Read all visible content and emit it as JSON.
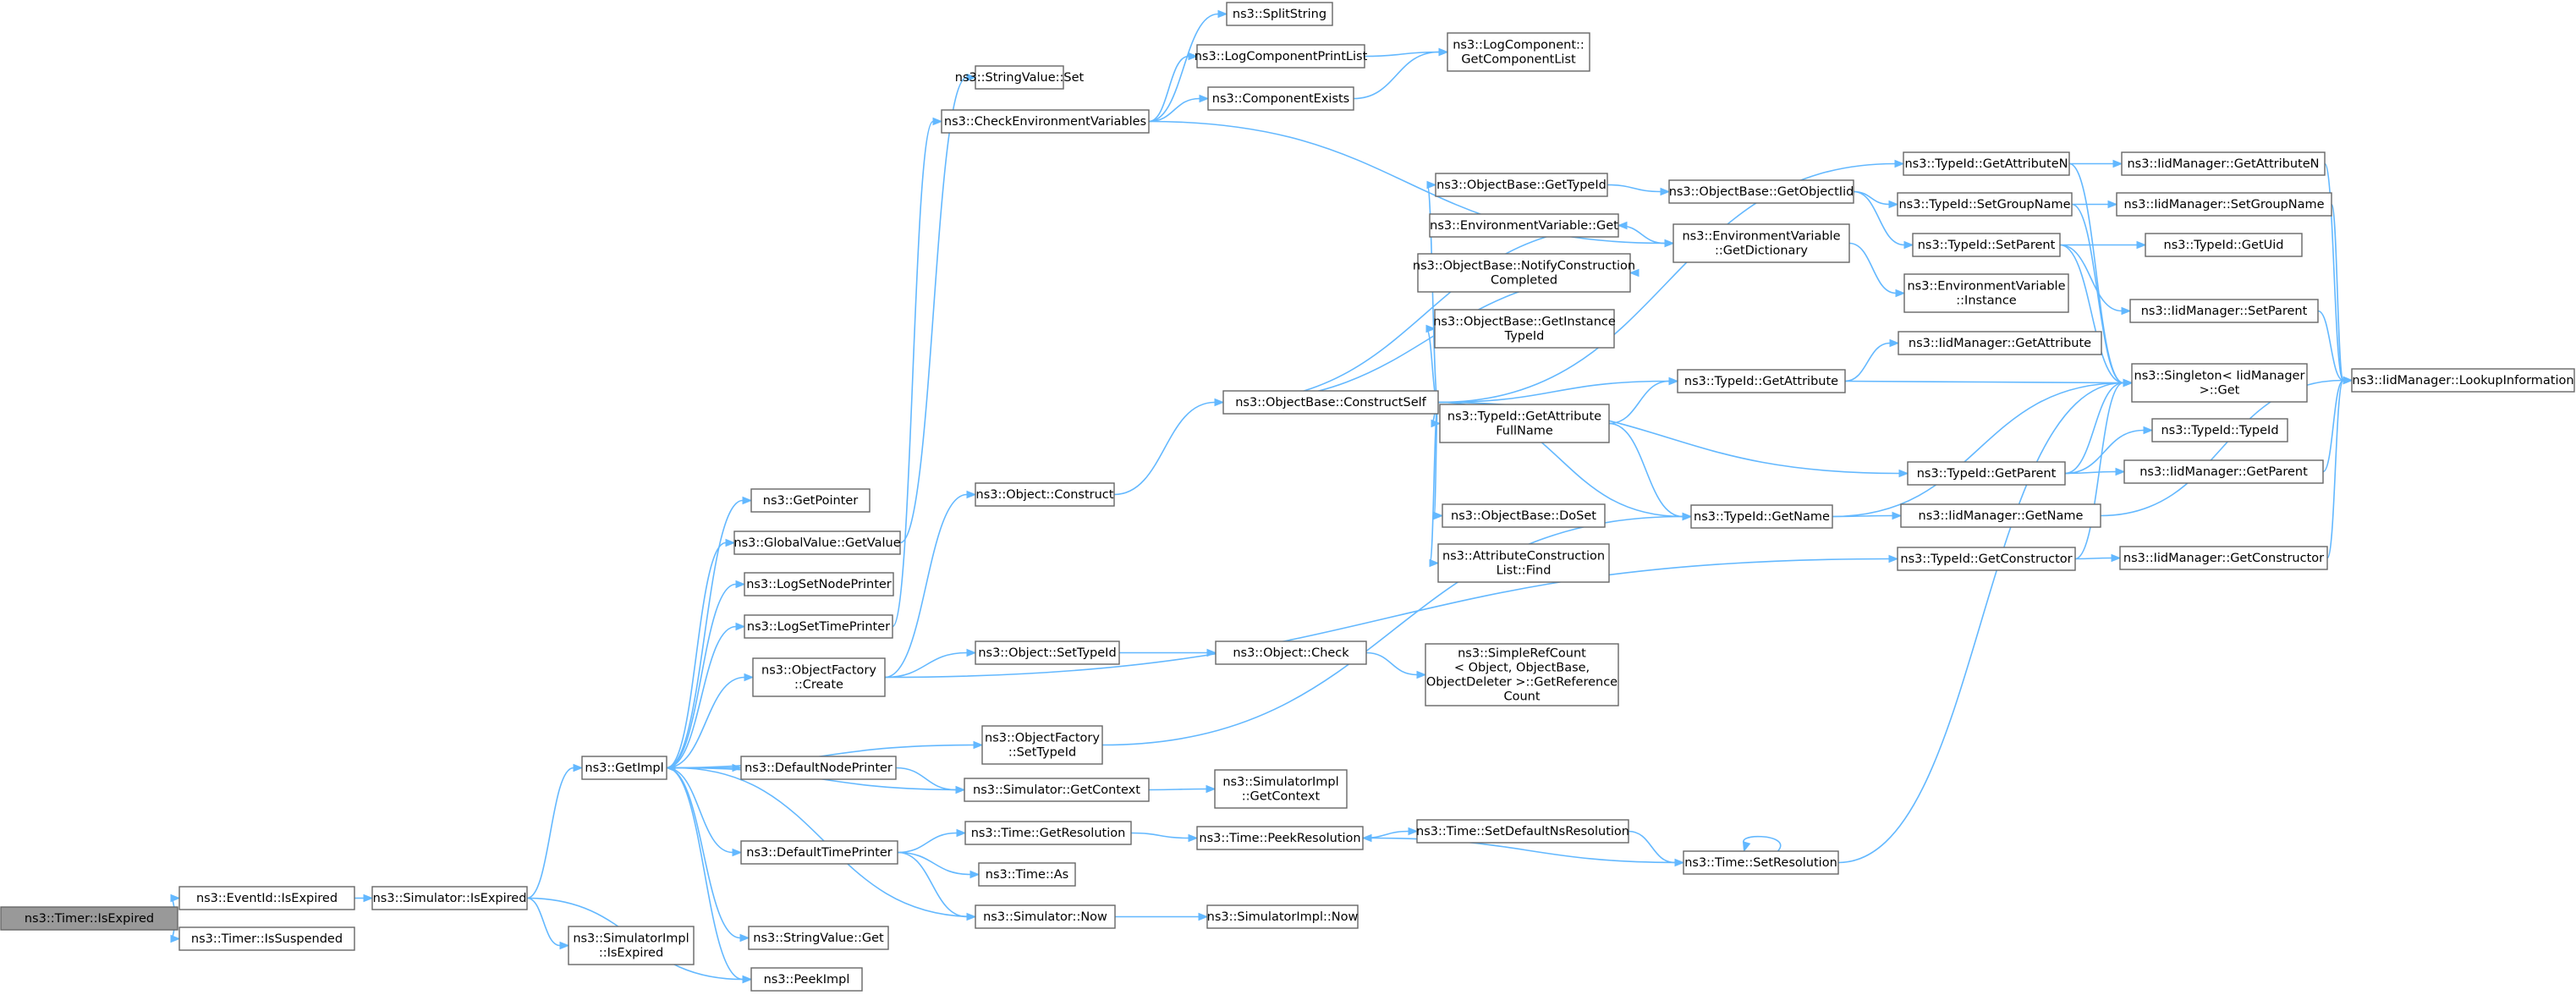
{
  "graph": {
    "root": "n0",
    "colors": {
      "node_fill": "#ffffff",
      "root_fill": "#999999",
      "node_stroke": "#666666",
      "edge": "#63b8ff"
    },
    "nodes": [
      {
        "id": "n0",
        "lines": [
          "ns3::Timer::IsExpired"
        ]
      },
      {
        "id": "n1",
        "lines": [
          "ns3::EventId::IsExpired"
        ]
      },
      {
        "id": "n2",
        "lines": [
          "ns3::Timer::IsSuspended"
        ]
      },
      {
        "id": "n3",
        "lines": [
          "ns3::Simulator::IsExpired"
        ]
      },
      {
        "id": "n4",
        "lines": [
          "ns3::GetImpl"
        ]
      },
      {
        "id": "n5",
        "lines": [
          "ns3::SimulatorImpl",
          "::IsExpired"
        ]
      },
      {
        "id": "n6",
        "lines": [
          "ns3::PeekImpl"
        ]
      },
      {
        "id": "n7",
        "lines": [
          "ns3::GetPointer"
        ]
      },
      {
        "id": "n8",
        "lines": [
          "ns3::GlobalValue::GetValue"
        ]
      },
      {
        "id": "n9",
        "lines": [
          "ns3::LogSetNodePrinter"
        ]
      },
      {
        "id": "n10",
        "lines": [
          "ns3::LogSetTimePrinter"
        ]
      },
      {
        "id": "n11",
        "lines": [
          "ns3::ObjectFactory",
          "::Create"
        ]
      },
      {
        "id": "n12",
        "lines": [
          "ns3::DefaultNodePrinter"
        ]
      },
      {
        "id": "n13",
        "lines": [
          "ns3::DefaultTimePrinter"
        ]
      },
      {
        "id": "n14",
        "lines": [
          "ns3::StringValue::Get"
        ]
      },
      {
        "id": "n15",
        "lines": [
          "ns3::StringValue::Set"
        ]
      },
      {
        "id": "n16",
        "lines": [
          "ns3::CheckEnvironmentVariables"
        ]
      },
      {
        "id": "n17",
        "lines": [
          "ns3::Object::Construct"
        ]
      },
      {
        "id": "n18",
        "lines": [
          "ns3::Object::SetTypeId"
        ]
      },
      {
        "id": "n19",
        "lines": [
          "ns3::ObjectFactory",
          "::SetTypeId"
        ]
      },
      {
        "id": "n20",
        "lines": [
          "ns3::Simulator::GetContext"
        ]
      },
      {
        "id": "n21",
        "lines": [
          "ns3::Time::GetResolution"
        ]
      },
      {
        "id": "n22",
        "lines": [
          "ns3::Time::As"
        ]
      },
      {
        "id": "n23",
        "lines": [
          "ns3::Simulator::Now"
        ]
      },
      {
        "id": "n24",
        "lines": [
          "ns3::SplitString"
        ]
      },
      {
        "id": "n25",
        "lines": [
          "ns3::LogComponentPrintList"
        ]
      },
      {
        "id": "n26",
        "lines": [
          "ns3::ComponentExists"
        ]
      },
      {
        "id": "n27",
        "lines": [
          "ns3::LogComponent::",
          "GetComponentList"
        ]
      },
      {
        "id": "n28",
        "lines": [
          "ns3::ObjectBase::ConstructSelf"
        ]
      },
      {
        "id": "n29",
        "lines": [
          "ns3::Object::Check"
        ]
      },
      {
        "id": "n30",
        "lines": [
          "ns3::SimulatorImpl",
          "::GetContext"
        ]
      },
      {
        "id": "n31",
        "lines": [
          "ns3::Time::PeekResolution"
        ]
      },
      {
        "id": "n32",
        "lines": [
          "ns3::SimulatorImpl::Now"
        ]
      },
      {
        "id": "n33",
        "lines": [
          "ns3::ObjectBase::GetTypeId"
        ]
      },
      {
        "id": "n34",
        "lines": [
          "ns3::EnvironmentVariable::Get"
        ]
      },
      {
        "id": "n35",
        "lines": [
          "ns3::ObjectBase::NotifyConstruction",
          "Completed"
        ]
      },
      {
        "id": "n36",
        "lines": [
          "ns3::ObjectBase::GetInstance",
          "TypeId"
        ]
      },
      {
        "id": "n37",
        "lines": [
          "ns3::TypeId::GetAttribute",
          "FullName"
        ]
      },
      {
        "id": "n38",
        "lines": [
          "ns3::ObjectBase::DoSet"
        ]
      },
      {
        "id": "n39",
        "lines": [
          "ns3::AttributeConstruction",
          "List::Find"
        ]
      },
      {
        "id": "n40",
        "lines": [
          "ns3::SimpleRefCount",
          "< Object, ObjectBase,",
          "ObjectDeleter >::GetReference",
          "Count"
        ]
      },
      {
        "id": "n41",
        "lines": [
          "ns3::Time::SetDefaultNsResolution"
        ]
      },
      {
        "id": "n42",
        "lines": [
          "ns3::ObjectBase::GetObjectIid"
        ]
      },
      {
        "id": "n43",
        "lines": [
          "ns3::EnvironmentVariable",
          "::GetDictionary"
        ]
      },
      {
        "id": "n44",
        "lines": [
          "ns3::TypeId::GetAttribute"
        ]
      },
      {
        "id": "n45",
        "lines": [
          "ns3::TypeId::GetName"
        ]
      },
      {
        "id": "n46",
        "lines": [
          "ns3::Time::SetResolution"
        ]
      },
      {
        "id": "n47",
        "lines": [
          "ns3::TypeId::GetAttributeN"
        ]
      },
      {
        "id": "n48",
        "lines": [
          "ns3::TypeId::SetGroupName"
        ]
      },
      {
        "id": "n49",
        "lines": [
          "ns3::TypeId::SetParent"
        ]
      },
      {
        "id": "n50",
        "lines": [
          "ns3::EnvironmentVariable",
          "::Instance"
        ]
      },
      {
        "id": "n51",
        "lines": [
          "ns3::TypeId::GetParent"
        ]
      },
      {
        "id": "n52",
        "lines": [
          "ns3::TypeId::GetConstructor"
        ]
      },
      {
        "id": "n53",
        "lines": [
          "ns3::IidManager::GetAttributeN"
        ]
      },
      {
        "id": "n54",
        "lines": [
          "ns3::IidManager::SetGroupName"
        ]
      },
      {
        "id": "n55",
        "lines": [
          "ns3::TypeId::GetUid"
        ]
      },
      {
        "id": "n56",
        "lines": [
          "ns3::IidManager::SetParent"
        ]
      },
      {
        "id": "n57",
        "lines": [
          "ns3::IidManager::GetAttribute"
        ]
      },
      {
        "id": "n58",
        "lines": [
          "ns3::Singleton< IidManager",
          " >::Get"
        ]
      },
      {
        "id": "n59",
        "lines": [
          "ns3::TypeId::TypeId"
        ]
      },
      {
        "id": "n60",
        "lines": [
          "ns3::IidManager::GetParent"
        ]
      },
      {
        "id": "n61",
        "lines": [
          "ns3::IidManager::GetName"
        ]
      },
      {
        "id": "n62",
        "lines": [
          "ns3::IidManager::GetConstructor"
        ]
      },
      {
        "id": "n63",
        "lines": [
          "ns3::IidManager::LookupInformation"
        ]
      }
    ],
    "edges": [
      [
        "n0",
        "n1"
      ],
      [
        "n0",
        "n2"
      ],
      [
        "n1",
        "n3"
      ],
      [
        "n3",
        "n4"
      ],
      [
        "n3",
        "n5"
      ],
      [
        "n3",
        "n6"
      ],
      [
        "n4",
        "n7"
      ],
      [
        "n4",
        "n8"
      ],
      [
        "n4",
        "n9"
      ],
      [
        "n4",
        "n10"
      ],
      [
        "n4",
        "n11"
      ],
      [
        "n4",
        "n12"
      ],
      [
        "n4",
        "n13"
      ],
      [
        "n4",
        "n14"
      ],
      [
        "n4",
        "n6"
      ],
      [
        "n4",
        "n19"
      ],
      [
        "n8",
        "n15"
      ],
      [
        "n10",
        "n16"
      ],
      [
        "n11",
        "n17"
      ],
      [
        "n11",
        "n18"
      ],
      [
        "n11",
        "n52"
      ],
      [
        "n12",
        "n20"
      ],
      [
        "n20",
        "n4"
      ],
      [
        "n20",
        "n30"
      ],
      [
        "n13",
        "n21"
      ],
      [
        "n13",
        "n22"
      ],
      [
        "n13",
        "n23"
      ],
      [
        "n23",
        "n4"
      ],
      [
        "n23",
        "n32"
      ],
      [
        "n16",
        "n24"
      ],
      [
        "n16",
        "n25"
      ],
      [
        "n16",
        "n26"
      ],
      [
        "n16",
        "n43"
      ],
      [
        "n25",
        "n27"
      ],
      [
        "n26",
        "n27"
      ],
      [
        "n17",
        "n28"
      ],
      [
        "n18",
        "n29"
      ],
      [
        "n29",
        "n40"
      ],
      [
        "n19",
        "n45"
      ],
      [
        "n21",
        "n31"
      ],
      [
        "n31",
        "n41"
      ],
      [
        "n41",
        "n46"
      ],
      [
        "n46",
        "n31"
      ],
      [
        "n46",
        "n46"
      ],
      [
        "n46",
        "n58"
      ],
      [
        "n28",
        "n33"
      ],
      [
        "n28",
        "n34"
      ],
      [
        "n28",
        "n35"
      ],
      [
        "n28",
        "n36"
      ],
      [
        "n28",
        "n37"
      ],
      [
        "n28",
        "n38"
      ],
      [
        "n28",
        "n39"
      ],
      [
        "n28",
        "n44"
      ],
      [
        "n28",
        "n45"
      ],
      [
        "n28",
        "n47"
      ],
      [
        "n28",
        "n51"
      ],
      [
        "n33",
        "n42"
      ],
      [
        "n42",
        "n48"
      ],
      [
        "n42",
        "n49"
      ],
      [
        "n34",
        "n43"
      ],
      [
        "n43",
        "n50"
      ],
      [
        "n37",
        "n44"
      ],
      [
        "n37",
        "n45"
      ],
      [
        "n44",
        "n57"
      ],
      [
        "n44",
        "n58"
      ],
      [
        "n45",
        "n58"
      ],
      [
        "n45",
        "n61"
      ],
      [
        "n47",
        "n53"
      ],
      [
        "n47",
        "n58"
      ],
      [
        "n48",
        "n54"
      ],
      [
        "n48",
        "n58"
      ],
      [
        "n49",
        "n55"
      ],
      [
        "n49",
        "n56"
      ],
      [
        "n49",
        "n58"
      ],
      [
        "n51",
        "n58"
      ],
      [
        "n51",
        "n59"
      ],
      [
        "n51",
        "n60"
      ],
      [
        "n52",
        "n58"
      ],
      [
        "n52",
        "n62"
      ],
      [
        "n53",
        "n63"
      ],
      [
        "n54",
        "n63"
      ],
      [
        "n56",
        "n63"
      ],
      [
        "n60",
        "n63"
      ],
      [
        "n61",
        "n63"
      ],
      [
        "n62",
        "n63"
      ]
    ]
  }
}
